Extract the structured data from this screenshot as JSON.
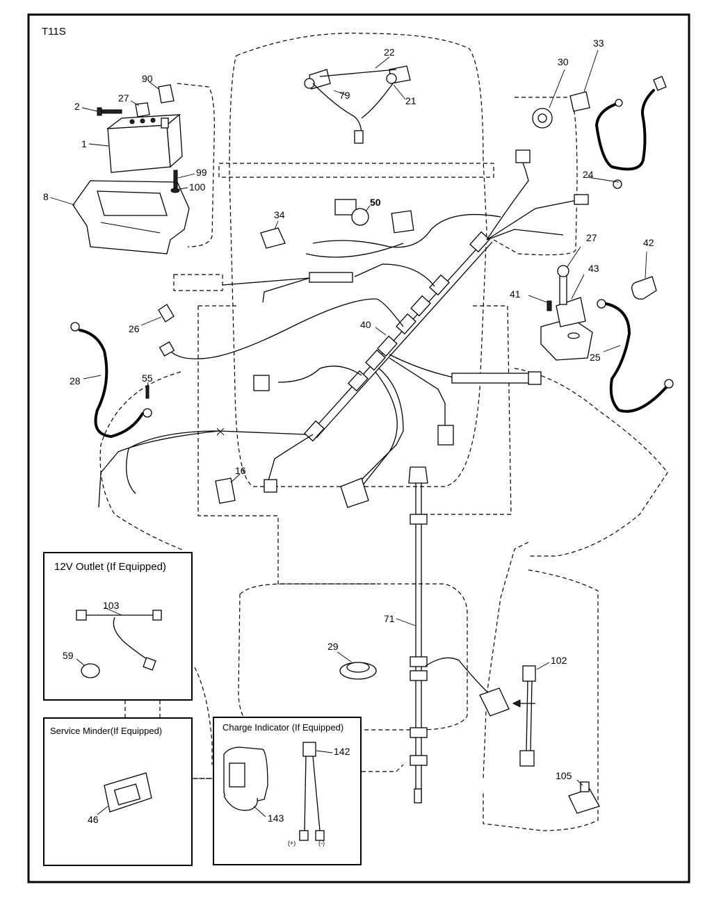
{
  "diagram": {
    "model": "T11S",
    "boxes": {
      "outlet": "12V Outlet (If Equipped)",
      "service_minder": "Service Minder(If Equipped)",
      "charge_indicator": "Charge Indicator (If Equipped)",
      "plus": "(+)",
      "minus": "(-)"
    },
    "callouts": {
      "c1": "1",
      "c2": "2",
      "c8": "8",
      "c16": "16",
      "c21": "21",
      "c22": "22",
      "c24": "24",
      "c25": "25",
      "c26": "26",
      "c27a": "27",
      "c27b": "27",
      "c28": "28",
      "c29": "29",
      "c30": "30",
      "c33": "33",
      "c34": "34",
      "c40": "40",
      "c41": "41",
      "c42": "42",
      "c43": "43",
      "c46": "46",
      "c50": "50",
      "c55": "55",
      "c59": "59",
      "c71": "71",
      "c79": "79",
      "c90": "90",
      "c99": "99",
      "c100": "100",
      "c102": "102",
      "c103": "103",
      "c105": "105",
      "c142": "142",
      "c143": "143"
    }
  }
}
